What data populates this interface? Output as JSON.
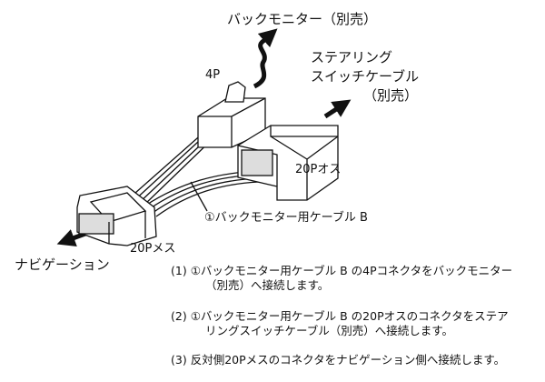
{
  "labels": {
    "back_monitor": "バックモニター（別売）",
    "four_p": "4P",
    "steering_line1": "ステアリング",
    "steering_line2": "スイッチケーブル",
    "steering_line3": "（別売）",
    "twenty_p_male": "20Pオス",
    "cable_b": "①バックモニター用ケーブル B",
    "twenty_p_female": "20Pメス",
    "navigation": "ナビゲーション"
  },
  "instructions": [
    {
      "num": "(1)",
      "line1": "①バックモニター用ケーブル B の4Pコネクタをバックモニター",
      "line2": "（別売）へ接続します。"
    },
    {
      "num": "(2)",
      "line1": "①バックモニター用ケーブル B の20Pオスのコネクタをステア",
      "line2": "リングスイッチケーブル（別売）へ接続します。"
    },
    {
      "num": "(3)",
      "line1": "反対側20Pメスのコネクタをナビゲーション側へ接続します。",
      "line2": ""
    }
  ]
}
